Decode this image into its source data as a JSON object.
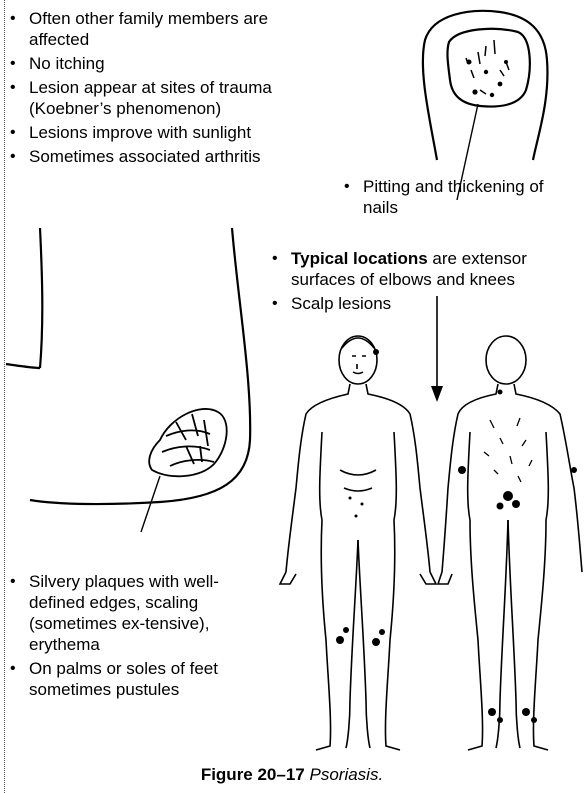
{
  "top_features": [
    "Often other family members are affected",
    "No itching",
    "Lesion appear at sites of trauma (Koebner’s phenomenon)",
    "Lesions improve with sunlight",
    "Sometimes associated arthritis"
  ],
  "nail_note": "Pitting and thickening of nails",
  "locations": {
    "bold_lead": "Typical locations",
    "rest": " are extensor surfaces of elbows and knees",
    "scalp": "Scalp lesions"
  },
  "plaque_notes": [
    "Silvery plaques with well-defined edges, scaling (sometimes ex-tensive), erythema",
    "On palms or soles of feet sometimes pustules"
  ],
  "caption": {
    "figure_label": "Figure 20–17",
    "title": "Psoriasis."
  }
}
